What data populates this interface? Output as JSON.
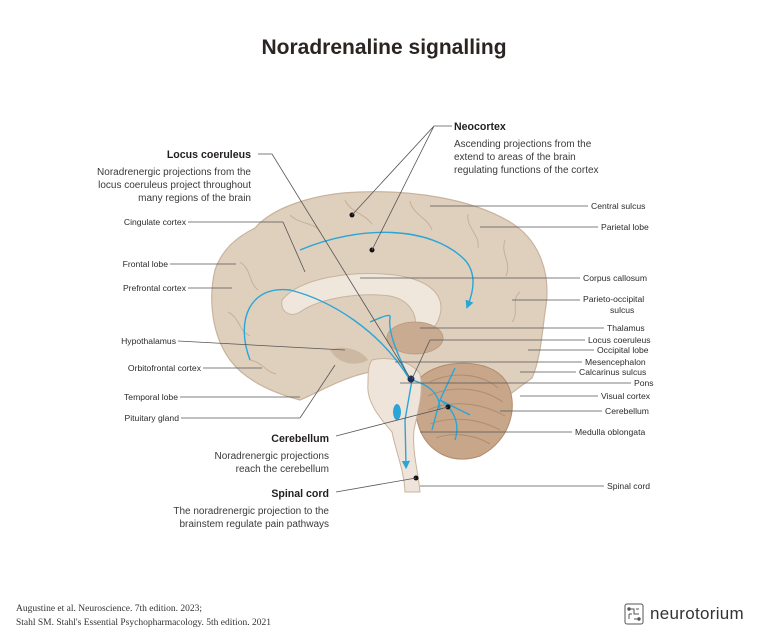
{
  "title": "Noradrenaline signalling",
  "callouts": {
    "locus_coeruleus": {
      "heading": "Locus coeruleus",
      "lines": [
        "Noradrenergic projections from the",
        "locus coeruleus project throughout",
        "many regions of the brain"
      ]
    },
    "neocortex": {
      "heading": "Neocortex",
      "lines": [
        "Ascending projections from the",
        "extend to areas of the brain",
        "regulating functions of the cortex"
      ]
    },
    "cerebellum": {
      "heading": "Cerebellum",
      "lines": [
        "Noradrenergic projections",
        "reach the cerebellum"
      ]
    },
    "spinal_cord": {
      "heading": "Spinal cord",
      "lines": [
        "The noradrenergic projection to the",
        "brainstem regulate pain pathways"
      ]
    }
  },
  "left_labels": [
    "Cingulate cortex",
    "Frontal lobe",
    "Prefrontal cortex",
    "Hypothalamus",
    "Orbitofrontal cortex",
    "Temporal lobe",
    "Pituitary gland"
  ],
  "right_labels": [
    "Central sulcus",
    "Parietal lobe",
    "Corpus callosum",
    "Parieto-occipital",
    "sulcus",
    "Thalamus",
    "Locus coeruleus",
    "Occipital lobe",
    "Mesencephalon",
    "Calcarinus sulcus",
    "Pons",
    "Visual cortex",
    "Cerebellum",
    "Medulla oblongata",
    "Spinal cord"
  ],
  "references": [
    "Augustine et al. Neuroscience. 7th edition. 2023;",
    "Stahl SM. Stahl's Essential Psychopharmacology. 5th edition. 2021"
  ],
  "brand": "neurotorium",
  "colors": {
    "brain": "#dfcfbd",
    "brain_dark": "#cdb9a3",
    "cerebellum": "#c8a68a",
    "projection": "#2aa6d6",
    "brainstem": "#eee4da"
  }
}
